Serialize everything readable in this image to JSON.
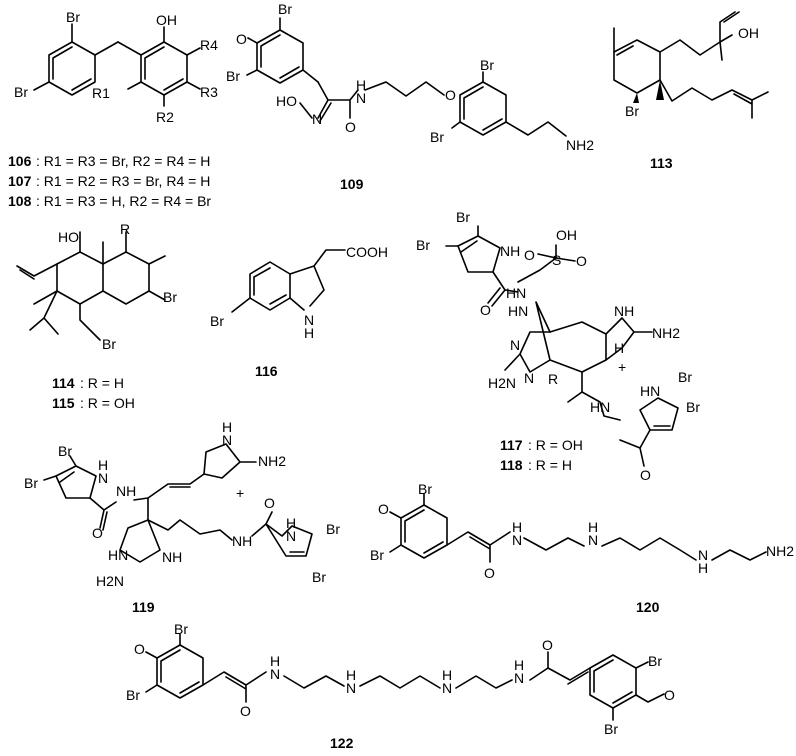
{
  "atoms": {
    "c106_br_top": "Br",
    "c106_br_left": "Br",
    "c106_oh": "OH",
    "c106_r4": "R4",
    "c106_r1": "R1",
    "c106_r3": "R3",
    "c106_r2": "R2",
    "c109_br1": "Br",
    "c109_ome": "O",
    "c109_br2": "Br",
    "c109_hon": "HO",
    "c109_n1": "N",
    "c109_nh": "H",
    "c109_n": "N",
    "c109_o": "O",
    "c109_o2": "O",
    "c109_br3": "Br",
    "c109_br4": "Br",
    "c109_nh2": "NH2",
    "c113_oh": "OH",
    "c113_br": "Br",
    "c114_ho": "HO",
    "c114_r": "R",
    "c114_br1": "Br",
    "c114_br2": "Br",
    "c116_cooh": "COOH",
    "c116_br": "Br",
    "c116_nh": "N",
    "c116_h": "H",
    "c117_br1": "Br",
    "c117_br2": "Br",
    "c117_nh1": "NH",
    "c117_oh": "OH",
    "c117_s": "S",
    "c117_o1": "O",
    "c117_o2": "O",
    "c117_hn": "HN",
    "c117_o3": "O",
    "c117_hn2": "HN",
    "c117_nh3": "NH",
    "c117_nh2a": "NH2",
    "c117_n": "N",
    "c117_hn3": "H",
    "c117_n2": "N",
    "c117_h2n": "H2N",
    "c117_r": "R",
    "c117_plus": "+",
    "c117_br3": "Br",
    "c117_br4": "Br",
    "c117_hn4": "HN",
    "c117_hn5": "HN",
    "c117_o4": "O",
    "c119_br1": "Br",
    "c119_br2": "Br",
    "c119_nh": "NH",
    "c119_hn": "H",
    "c119_n": "N",
    "c119_o": "O",
    "c119_nh2top": "NH2",
    "c119_nh3": "H",
    "c119_n3": "N",
    "c119_plus": "+",
    "c119_hn2": "HN",
    "c119_nh4": "NH",
    "c119_h2n": "H2N",
    "c119_hn5": "H",
    "c119_n5": "N",
    "c119_o2": "O",
    "c119_nh5": "NH",
    "c119_br3": "Br",
    "c119_br4": "Br",
    "c120_br1": "Br",
    "c120_o": "O",
    "c120_br2": "Br",
    "c120_o2": "O",
    "c120_h1": "H",
    "c120_n1": "N",
    "c120_h2": "H",
    "c120_n2": "N",
    "c120_n3": "N",
    "c120_h3": "H",
    "c120_nh2": "NH2",
    "c122_br1": "Br",
    "c122_o": "O",
    "c122_br2": "Br",
    "c122_o2": "O",
    "c122_h1": "H",
    "c122_n1": "N",
    "c122_h2": "H",
    "c122_n2": "N",
    "c122_n3": "N",
    "c122_h3": "H",
    "c122_h4": "H",
    "c122_n4": "N",
    "c122_o3": "O",
    "c122_br3": "Br",
    "c122_o4": "O",
    "c122_br4": "Br"
  },
  "compound_ids": {
    "c106": "106",
    "c107": "107",
    "c108": "108",
    "c109": "109",
    "c113": "113",
    "c114": "114",
    "c115": "115",
    "c116": "116",
    "c117": "117",
    "c118": "118",
    "c119": "119",
    "c120": "120",
    "c122": "122"
  },
  "captions": {
    "c106": ": R1 = R3 = Br, R2 = R4 = H",
    "c107": ": R1 = R2 = R3 = Br, R4 = H",
    "c108": ": R1 = R3 = H, R2 = R4 = Br",
    "c114": ": R = H",
    "c115": ": R = OH",
    "c117": ": R = OH",
    "c118": ": R = H"
  }
}
